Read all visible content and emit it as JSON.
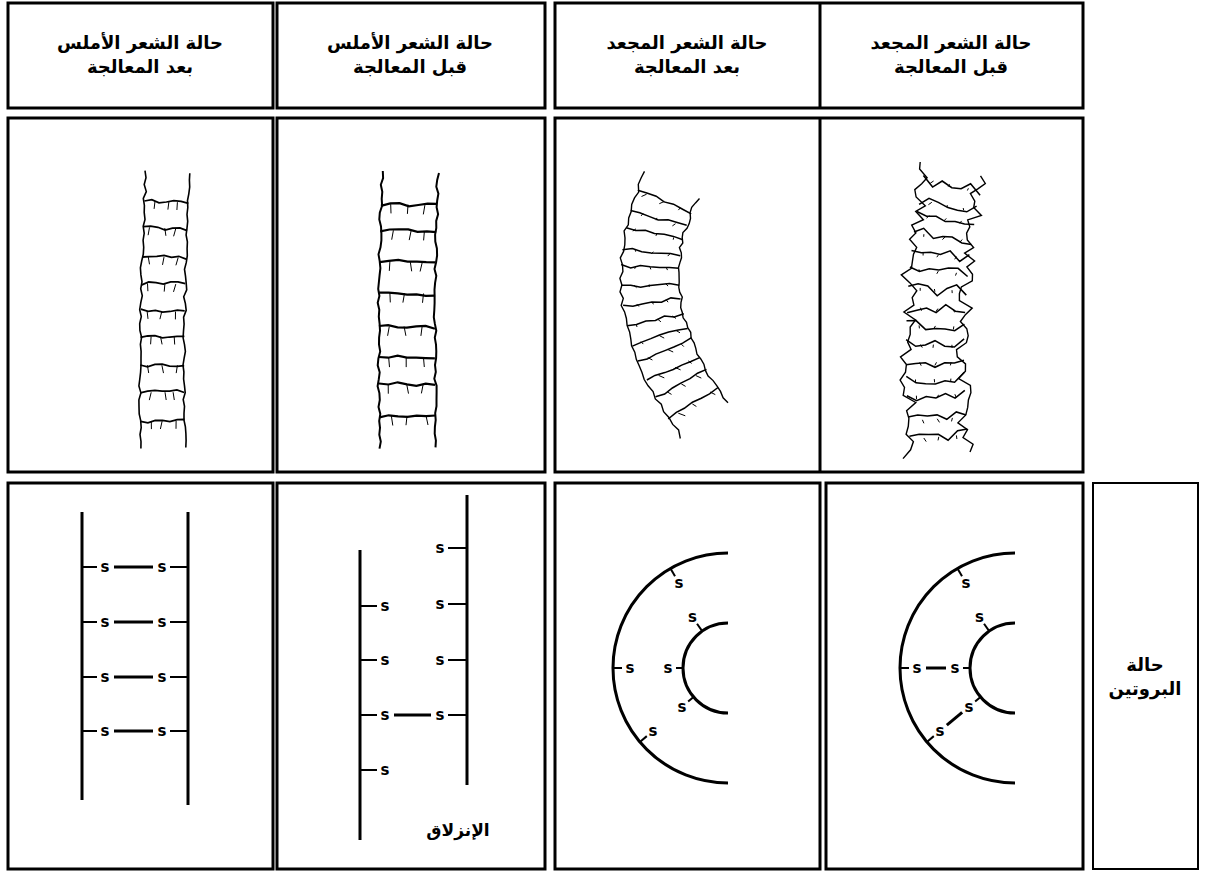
{
  "diagram": {
    "labels": [
      "حالة الشعر المجعد قبل المعالجة",
      "حالة الشعر المجعد بعد المعالجة",
      "حالة الشعر الأملس قبل المعالجة",
      "حالة الشعر الأملس بعد المعالجة",
      "حالة البروتين",
      "s",
      "s",
      "s",
      "s",
      "s",
      "s",
      "s",
      "s",
      "s",
      "s",
      "s",
      "s",
      "s",
      "s",
      "s",
      "s",
      "s",
      "s",
      "s",
      "s",
      "الإنزلاق",
      "s",
      "s",
      "s",
      "s",
      "s",
      "s",
      "s",
      "s"
    ]
  }
}
